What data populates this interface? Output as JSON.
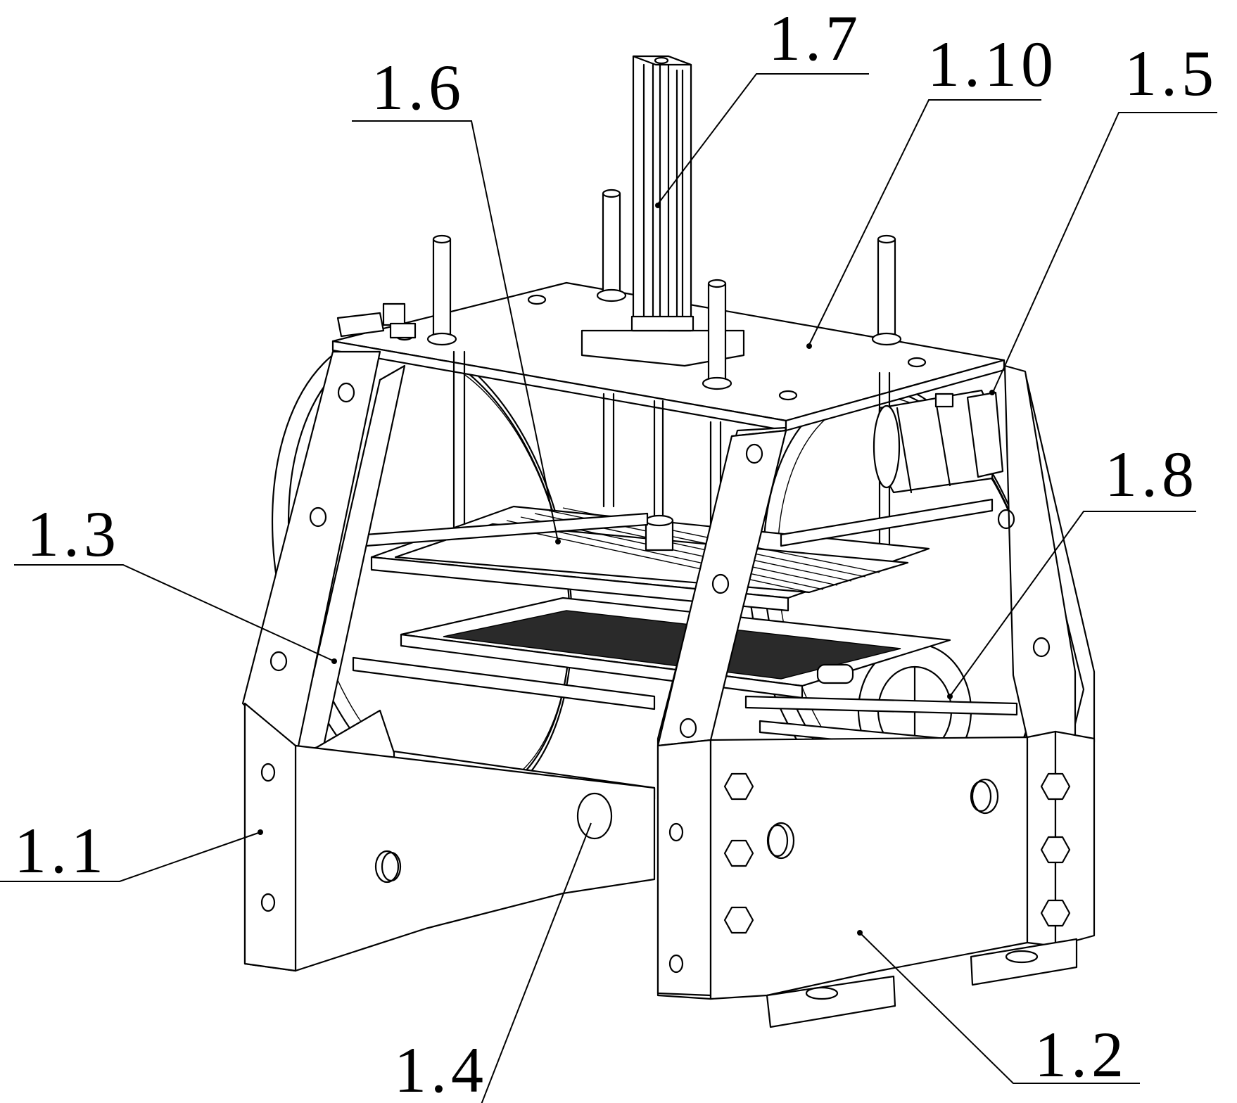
{
  "figure": {
    "labels": [
      {
        "id": "l_1_1",
        "text": "1.1"
      },
      {
        "id": "l_1_2",
        "text": "1.2"
      },
      {
        "id": "l_1_3",
        "text": "1.3"
      },
      {
        "id": "l_1_4",
        "text": "1.4"
      },
      {
        "id": "l_1_5",
        "text": "1.5"
      },
      {
        "id": "l_1_6",
        "text": "1.6"
      },
      {
        "id": "l_1_7",
        "text": "1.7"
      },
      {
        "id": "l_1_8",
        "text": "1.8"
      },
      {
        "id": "l_1_10",
        "text": "1.10"
      }
    ]
  },
  "colors": {
    "ink": "#000000",
    "paper": "#ffffff"
  }
}
